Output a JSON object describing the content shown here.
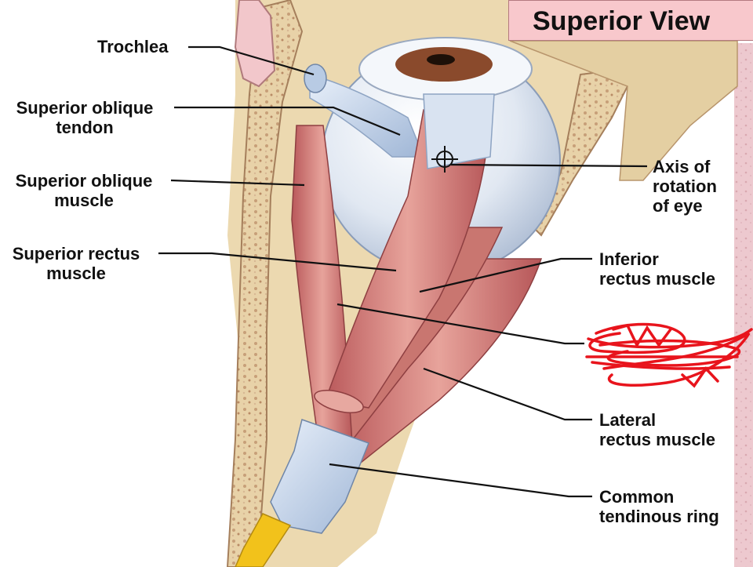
{
  "title": "Superior View",
  "labels": {
    "trochlea": [
      "Trochlea"
    ],
    "superior_oblique_tendon": [
      "Superior oblique",
      "tendon"
    ],
    "superior_oblique_muscle": [
      "Superior oblique",
      "muscle"
    ],
    "superior_rectus_muscle": [
      "Superior rectus",
      "muscle"
    ],
    "axis_of_rotation": [
      "Axis of",
      "rotation",
      "of eye"
    ],
    "inferior_rectus_muscle": [
      "Inferior",
      "rectus muscle"
    ],
    "lateral_rectus_muscle": [
      "Lateral",
      "rectus muscle"
    ],
    "common_tendinous_ring": [
      "Common",
      "tendinous ring"
    ]
  },
  "colors": {
    "title_fill": "#f8c8cc",
    "muscle": "#d98a86",
    "bone": "#ecd9b0",
    "eyeball": "#e8eef6",
    "tendon": "#c8d8ec",
    "nerve": "#f2c21b",
    "scribble": "#e8141c"
  }
}
